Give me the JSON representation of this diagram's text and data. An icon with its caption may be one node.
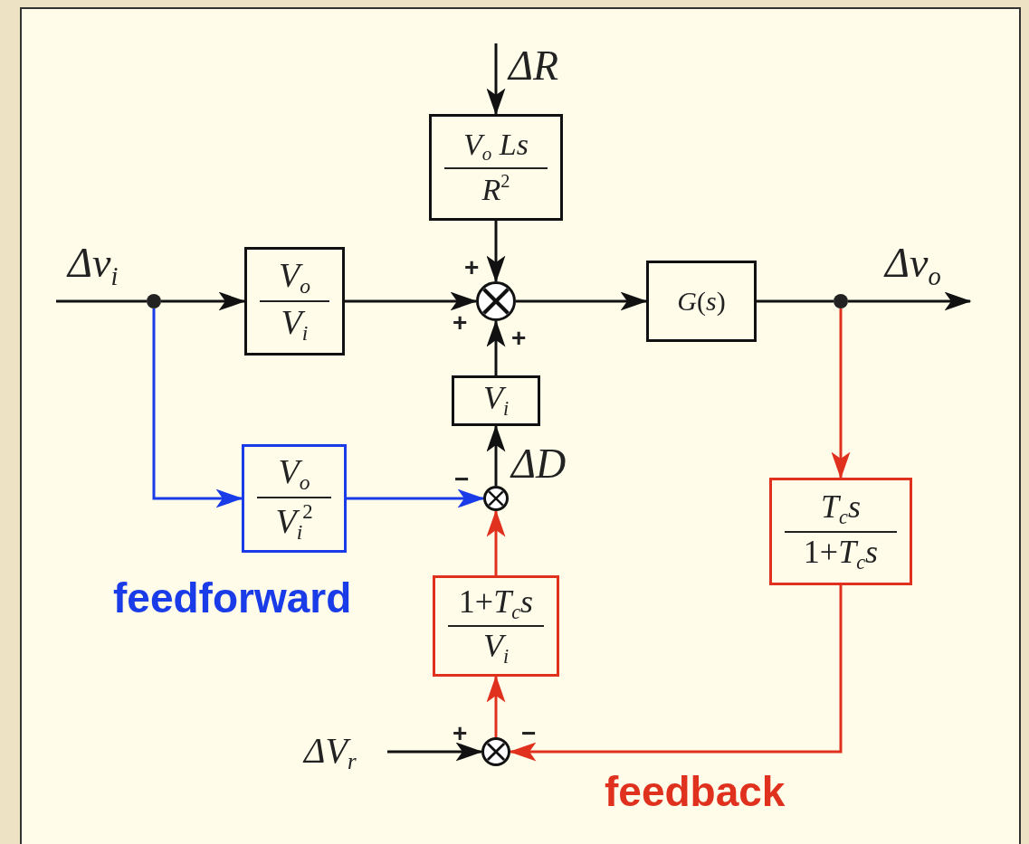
{
  "diagram": {
    "nodes": [
      {
        "text": [
          "*V*$_{o}$ *Ls*",
          "*R*$^{2}$"
        ]
      },
      {
        "text": [],
        "shape": "circle"
      },
      {
        "text": [
          "*V*$_{o}$",
          "*V*$_{i}$"
        ]
      },
      {
        "text": [],
        "shape": "circle"
      },
      {
        "text": [
          "*G*(*s*)"
        ]
      },
      {
        "text": [],
        "shape": "circle"
      },
      {
        "text": [
          "*V*$_{i}$"
        ]
      },
      {
        "text": [
          "*V*$_{o}$",
          "*V*$_{i}$$^{2}$"
        ]
      },
      {
        "text": [],
        "shape": "circle"
      },
      {
        "text": [
          "1+*T*$_{c}$*s*",
          "*V*$_{i}$"
        ]
      },
      {
        "text": [
          "ΔV$_{r}$"
        ]
      },
      {
        "text": [],
        "shape": "circle"
      },
      {
        "text": [
          "*T*$_{c}$*s*",
          "1+*T*$_{c}$*s*"
        ]
      },
      {
        "text": [
          "Δv$_{i}$"
        ]
      },
      {
        "text": [
          "Δv$_{o}$"
        ]
      }
    ],
    "edges": [
      {
        "from": 13,
        "to": 1,
        "arrow": "none"
      },
      {
        "from": 1,
        "to": 2,
        "arrow": "to"
      },
      {
        "from": 2,
        "to": 3,
        "arrow": "to"
      },
      {
        "from": null,
        "to": 0,
        "arrow": "to",
        "label": "ΔR"
      },
      {
        "from": 0,
        "to": 3,
        "arrow": "to"
      },
      {
        "from": 3,
        "to": 4,
        "arrow": "to"
      },
      {
        "from": 4,
        "to": 5,
        "arrow": "none"
      },
      {
        "from": 5,
        "to": 14,
        "arrow": "to"
      },
      {
        "from": 6,
        "to": 3,
        "arrow": "to"
      },
      {
        "from": 8,
        "to": 6,
        "arrow": "to",
        "label": "ΔD"
      },
      {
        "from": 1,
        "to": 7,
        "arrow": "to",
        "color": "#1a3be8"
      },
      {
        "from": 7,
        "to": 8,
        "arrow": "to",
        "color": "#1a3be8"
      },
      {
        "from": 9,
        "to": 8,
        "arrow": "to",
        "color": "#e0301e"
      },
      {
        "from": 11,
        "to": 9,
        "arrow": "to",
        "color": "#e0301e"
      },
      {
        "from": 10,
        "to": 11,
        "arrow": "to"
      },
      {
        "from": 5,
        "to": 12,
        "arrow": "to",
        "color": "#e0301e"
      },
      {
        "from": 12,
        "to": 11,
        "arrow": "to",
        "color": "#e0301e"
      }
    ],
    "labels": [
      "+",
      "+",
      "+",
      "−",
      "feedforward",
      "+",
      "−",
      "feedback"
    ]
  }
}
